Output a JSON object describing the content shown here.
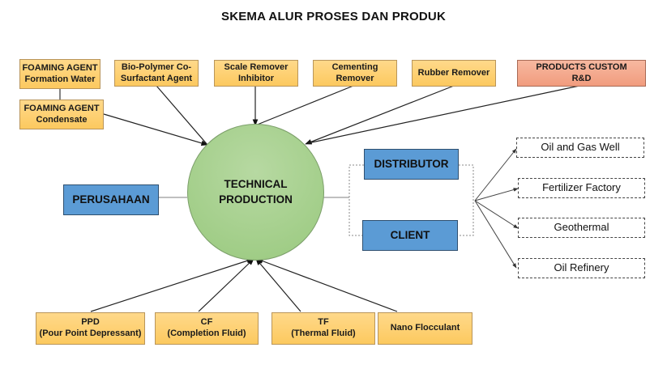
{
  "title": "SKEMA ALUR PROSES DAN PRODUK",
  "center": {
    "label": "TECHNICAL\nPRODUCTION",
    "color": "#a9d18e"
  },
  "top_products": [
    {
      "id": "foaming-formation",
      "label": "FOAMING AGENT\nFormation Water"
    },
    {
      "id": "foaming-condensate",
      "label": "FOAMING AGENT\nCondensate"
    },
    {
      "id": "bio-polymer",
      "label": "Bio-Polymer Co-\nSurfactant Agent"
    },
    {
      "id": "scale-remover",
      "label": "Scale Remover\nInhibitor"
    },
    {
      "id": "cementing-remover",
      "label": "Cementing\nRemover"
    },
    {
      "id": "rubber-remover",
      "label": "Rubber Remover"
    },
    {
      "id": "products-custom",
      "label": "PRODUCTS CUSTOM\nR&D"
    }
  ],
  "bottom_products": [
    {
      "id": "ppd",
      "label": "PPD\n(Pour Point Depressant)"
    },
    {
      "id": "cf",
      "label": "CF\n(Completion Fluid)"
    },
    {
      "id": "tf",
      "label": "TF\n(Thermal Fluid)"
    },
    {
      "id": "nano",
      "label": "Nano Flocculant"
    }
  ],
  "company": {
    "label": "PERUSAHAAN"
  },
  "channels": [
    {
      "id": "distributor",
      "label": "DISTRIBUTOR"
    },
    {
      "id": "client",
      "label": "CLIENT"
    }
  ],
  "markets": [
    {
      "id": "oil-gas",
      "label": "Oil and Gas Well"
    },
    {
      "id": "fertilizer",
      "label": "Fertilizer Factory"
    },
    {
      "id": "geothermal",
      "label": "Geothermal"
    },
    {
      "id": "refinery",
      "label": "Oil Refinery"
    }
  ],
  "colors": {
    "product": "#fdd27a",
    "custom": "#f4a98c",
    "blue": "#5b9bd5"
  }
}
